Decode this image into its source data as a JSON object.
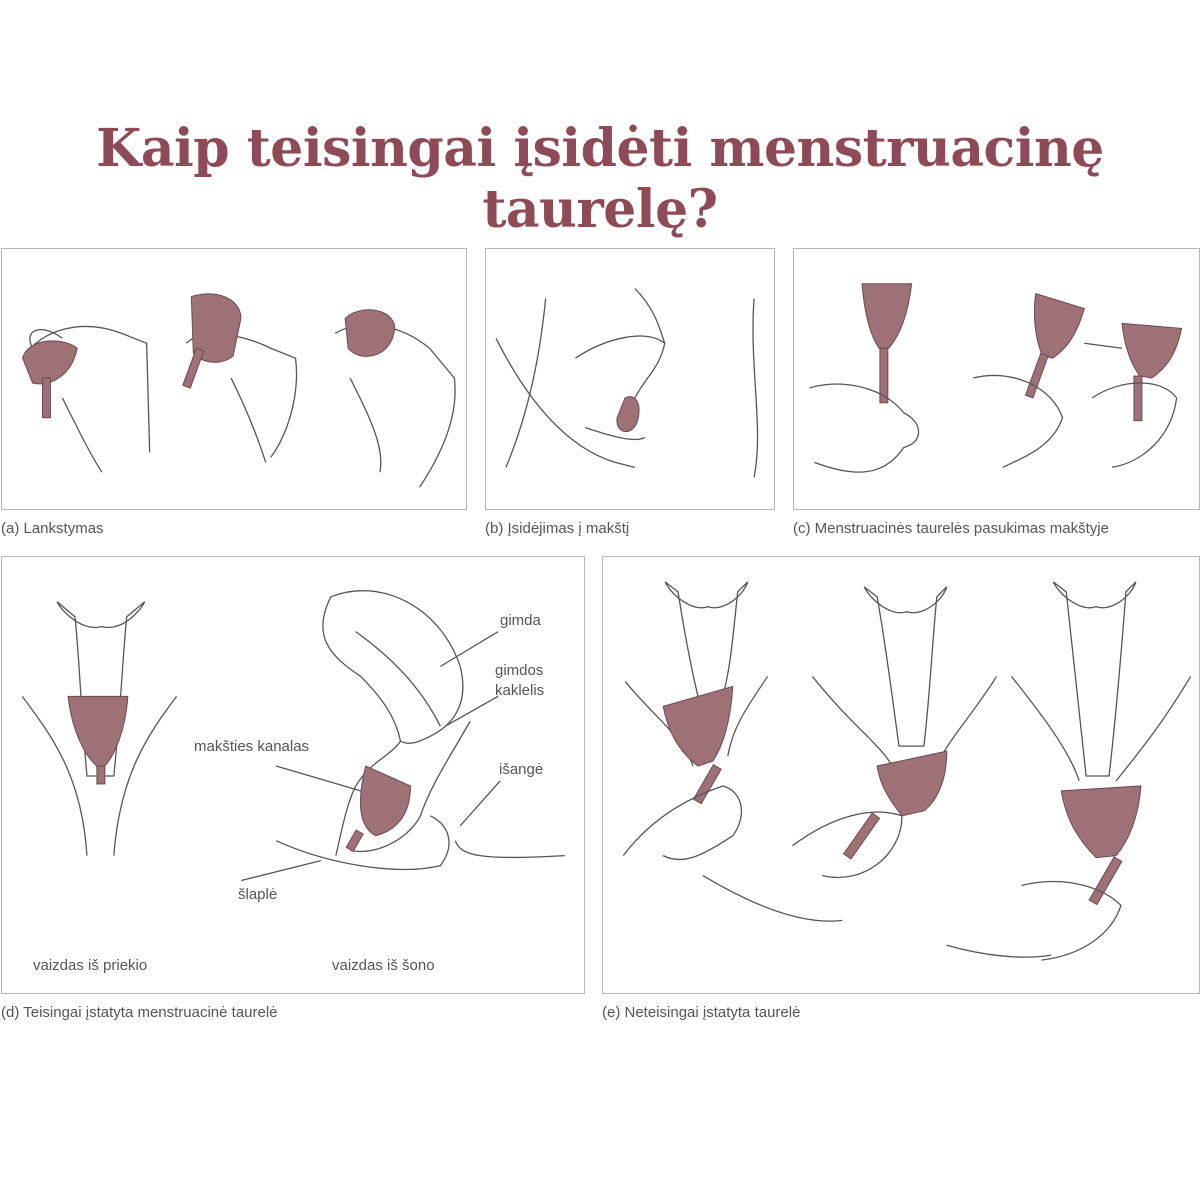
{
  "title": "Kaip teisingai įsidėti menstruacinę taurelę?",
  "colors": {
    "title": "#8f4a58",
    "cup": "#9e7177",
    "border": "#b5b5b5"
  },
  "panels": {
    "a": {
      "caption": "(a) Lankstymas"
    },
    "b": {
      "caption": "(b) Įsidėjimas į makštį"
    },
    "c": {
      "caption": "(c) Menstruacinės taurelės pasukimas makštyje"
    },
    "d": {
      "caption": "(d) Teisingai įstatyta menstruacinė taurelė",
      "labels": {
        "gimda": "gimda",
        "gimdos": "gimdos",
        "kaklelis": "kaklelis",
        "kanalas": "makšties kanalas",
        "isange": "išangė",
        "slaple": "šlaplė",
        "front": "vaizdas iš priekio",
        "side": "vaizdas iš šono"
      }
    },
    "e": {
      "caption": "(e) Neteisingai įstatyta taurelė"
    }
  }
}
